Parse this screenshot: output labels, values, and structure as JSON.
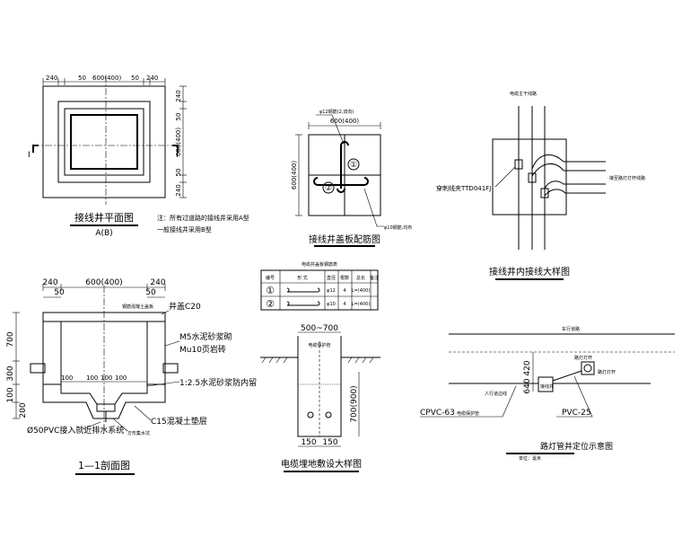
{
  "plan_view": {
    "dims_top": [
      "240",
      "50",
      "600(400)",
      "50",
      "240"
    ],
    "dims_side": [
      "240",
      "50",
      "600(400)",
      "50",
      "240"
    ],
    "section_mark": "I",
    "title": "接线井平面图",
    "subtitle": "A(B)",
    "note_line1": "注：所有过道路的接线井采用A型",
    "note_line2": "一般接线井采用B型"
  },
  "cover_plate": {
    "dim_top": "600(400)",
    "dim_left": "600(400)",
    "leader_top": "φ12钢筋(2,双向)",
    "leader_bottom": "φ10钢筋,均布",
    "bar1": "①",
    "bar2": "②",
    "title": "接线井盖板配筋图"
  },
  "rebar_table": {
    "caption": "电缆井盖板钢筋表",
    "headers": [
      "编号",
      "形 式",
      "直径",
      "根数",
      "总长",
      "备注"
    ],
    "rows": [
      [
        "①",
        "",
        "φ12",
        "4",
        "L=(400)",
        ""
      ],
      [
        "②",
        "",
        "φ10",
        "4",
        "L=(400)",
        ""
      ]
    ]
  },
  "wiring_detail": {
    "trunk_label": "电缆主干线路",
    "connector_label": "穿刺线夹TTD041FJ",
    "branch_label": "接至路灯灯杆线路",
    "title": "接线井内接线大样图"
  },
  "section_view": {
    "dims_top": [
      "240",
      "600(400)",
      "240"
    ],
    "dim_50_left": "50",
    "dim_50_right": "50",
    "label_plate": "钢筋混凝土盖板",
    "label_c20": "井盖C20",
    "label_m5": "M5水泥砂浆砌",
    "label_mu10": "Mu10页岩砖",
    "label_mortar": "1:2.5水泥砂浆防内留",
    "label_c15": "C15混凝土垫层",
    "label_drain": "方形集水坑",
    "label_pvc": "Ø50PVC接入就近排水系统",
    "dims_left": [
      "700",
      "300",
      "100",
      "200"
    ],
    "dims_bottom": [
      "100",
      "100",
      "100",
      "100"
    ],
    "title": "1—1剖面图"
  },
  "trench": {
    "dim_top": "500~700",
    "dim_right": "700(900)",
    "dims_bottom": [
      "150",
      "150"
    ],
    "label_pipe": "电缆保护管",
    "title": "电缆埋地敷设大样图"
  },
  "lamp_position": {
    "label_road": "车行道路",
    "label_curb": "人行道边线",
    "label_pole": "路灯灯杆",
    "label_well": "接线井",
    "label_lamp": "路灯灯杆",
    "dim_a": "420",
    "dim_b": "640",
    "label_cpvc": "CPVC-63",
    "label_cpvc_note": "电缆保护管",
    "label_pvc25": "PVC-25",
    "title": "路灯管井定位示意图",
    "unit": "单位：毫米"
  }
}
